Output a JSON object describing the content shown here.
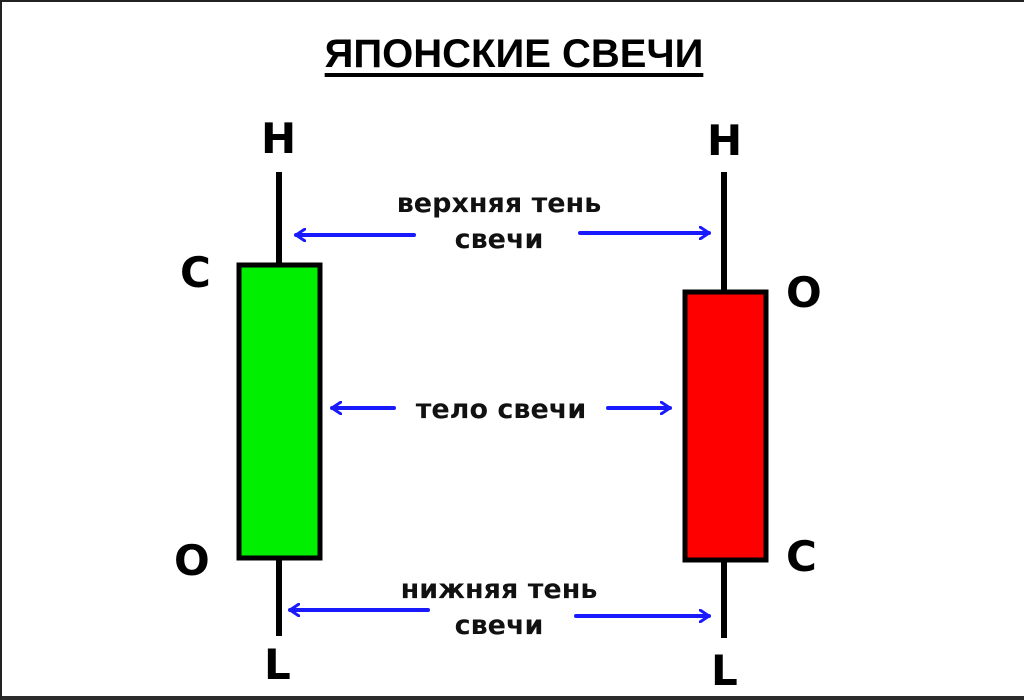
{
  "title": "ЯПОНСКИЕ СВЕЧИ",
  "colors": {
    "bullish_body": "#00ee00",
    "bearish_body": "#ff0000",
    "wick": "#000000",
    "arrow": "#1a1aff",
    "text": "#000000",
    "background": "#ffffff"
  },
  "candles": [
    {
      "type": "bullish",
      "color": "green",
      "labels": {
        "top": "H",
        "body_top": "C",
        "body_bottom": "O",
        "bottom": "L"
      }
    },
    {
      "type": "bearish",
      "color": "red",
      "labels": {
        "top": "H",
        "body_top": "O",
        "body_bottom": "C",
        "bottom": "L"
      }
    }
  ],
  "annotations": {
    "upper_shadow": {
      "line1": "верхняя тень",
      "line2": "свечи"
    },
    "body": {
      "line1": "тело свечи"
    },
    "lower_shadow": {
      "line1": "нижняя тень",
      "line2": "свечи"
    }
  }
}
